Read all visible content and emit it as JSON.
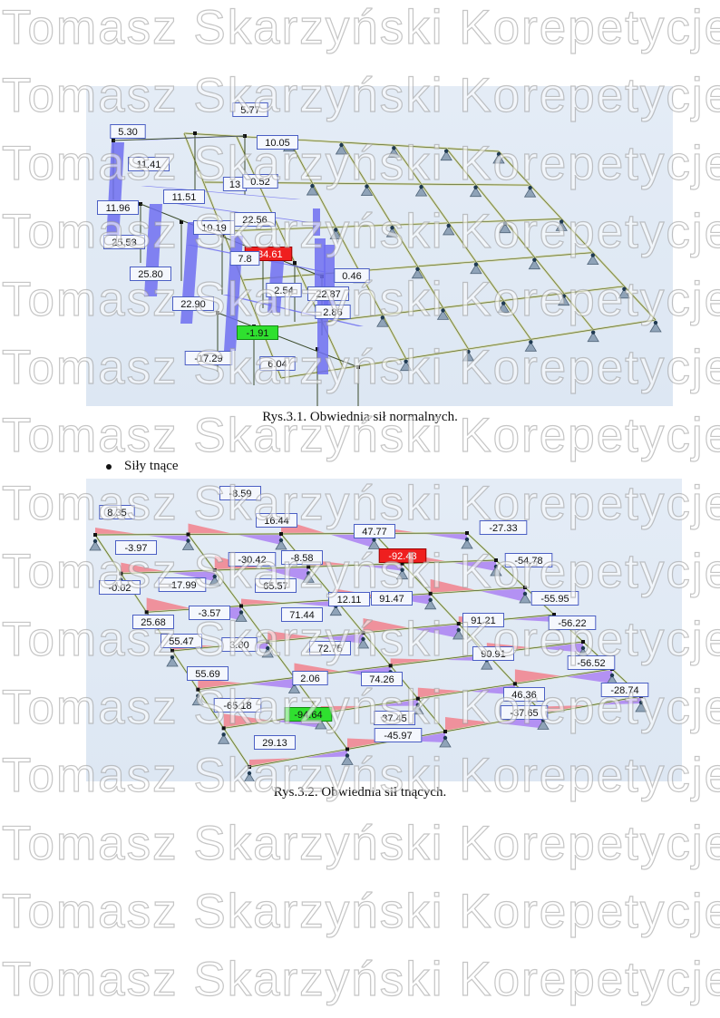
{
  "watermark": {
    "text": "Tomasz Skarzyński Korepetycje©To"
  },
  "figure1": {
    "caption": "Rys.3.1. Obwiednia sił normalnych.",
    "labels": [
      {
        "text": "5.30",
        "style": "normal"
      },
      {
        "text": "5.77",
        "style": "normal"
      },
      {
        "text": "10.05",
        "style": "normal"
      },
      {
        "text": "11.41",
        "style": "normal"
      },
      {
        "text": "13",
        "style": "normal"
      },
      {
        "text": "0.52",
        "style": "normal"
      },
      {
        "text": "11.51",
        "style": "normal"
      },
      {
        "text": "11.96",
        "style": "normal"
      },
      {
        "text": "10.19",
        "style": "normal"
      },
      {
        "text": "22.56",
        "style": "normal"
      },
      {
        "text": "25.53",
        "style": "normal"
      },
      {
        "text": "-34.61",
        "style": "max"
      },
      {
        "text": "7.8",
        "style": "normal"
      },
      {
        "text": "25.80",
        "style": "normal"
      },
      {
        "text": "0.46",
        "style": "normal"
      },
      {
        "text": "2.54",
        "style": "normal"
      },
      {
        "text": "22.87",
        "style": "normal"
      },
      {
        "text": "22.90",
        "style": "normal"
      },
      {
        "text": "2.86",
        "style": "normal"
      },
      {
        "text": "-1.91",
        "style": "min"
      },
      {
        "text": "-17.29",
        "style": "normal"
      },
      {
        "text": "6.04",
        "style": "normal"
      }
    ]
  },
  "bullet": {
    "text": "Siły tnące"
  },
  "figure2": {
    "caption": "Rys.3.2. Obwiednia sił tnących.",
    "labels": [
      {
        "text": "-8.59",
        "style": "normal"
      },
      {
        "text": "8.35",
        "style": "normal"
      },
      {
        "text": "16.44",
        "style": "normal"
      },
      {
        "text": "47.77",
        "style": "normal"
      },
      {
        "text": "-27.33",
        "style": "normal"
      },
      {
        "text": "-3.97",
        "style": "normal"
      },
      {
        "text": "-30.42",
        "style": "normal"
      },
      {
        "text": "-8.58",
        "style": "normal"
      },
      {
        "text": "-92.43",
        "style": "max"
      },
      {
        "text": "-54.78",
        "style": "normal"
      },
      {
        "text": "-0.02",
        "style": "normal"
      },
      {
        "text": "-17.99",
        "style": "normal"
      },
      {
        "text": "65.57",
        "style": "normal"
      },
      {
        "text": "91.47",
        "style": "normal"
      },
      {
        "text": "-55.95",
        "style": "normal"
      },
      {
        "text": "12.11",
        "style": "normal"
      },
      {
        "text": "25.68",
        "style": "normal"
      },
      {
        "text": "-3.57",
        "style": "normal"
      },
      {
        "text": "71.44",
        "style": "normal"
      },
      {
        "text": "91.21",
        "style": "normal"
      },
      {
        "text": "-56.22",
        "style": "normal"
      },
      {
        "text": "55.47",
        "style": "normal"
      },
      {
        "text": "3.80",
        "style": "normal"
      },
      {
        "text": "72.75",
        "style": "normal"
      },
      {
        "text": "90.91",
        "style": "normal"
      },
      {
        "text": "-56.52",
        "style": "normal"
      },
      {
        "text": "55.69",
        "style": "normal"
      },
      {
        "text": "2.06",
        "style": "normal"
      },
      {
        "text": "74.26",
        "style": "normal"
      },
      {
        "text": "46.36",
        "style": "normal"
      },
      {
        "text": "-28.74",
        "style": "normal"
      },
      {
        "text": "-65.18",
        "style": "normal"
      },
      {
        "text": "-94.64",
        "style": "min"
      },
      {
        "text": "-37.65",
        "style": "normal"
      },
      {
        "text": "37.45",
        "style": "normal"
      },
      {
        "text": "-45.97",
        "style": "normal"
      },
      {
        "text": "29.13",
        "style": "normal"
      }
    ]
  }
}
